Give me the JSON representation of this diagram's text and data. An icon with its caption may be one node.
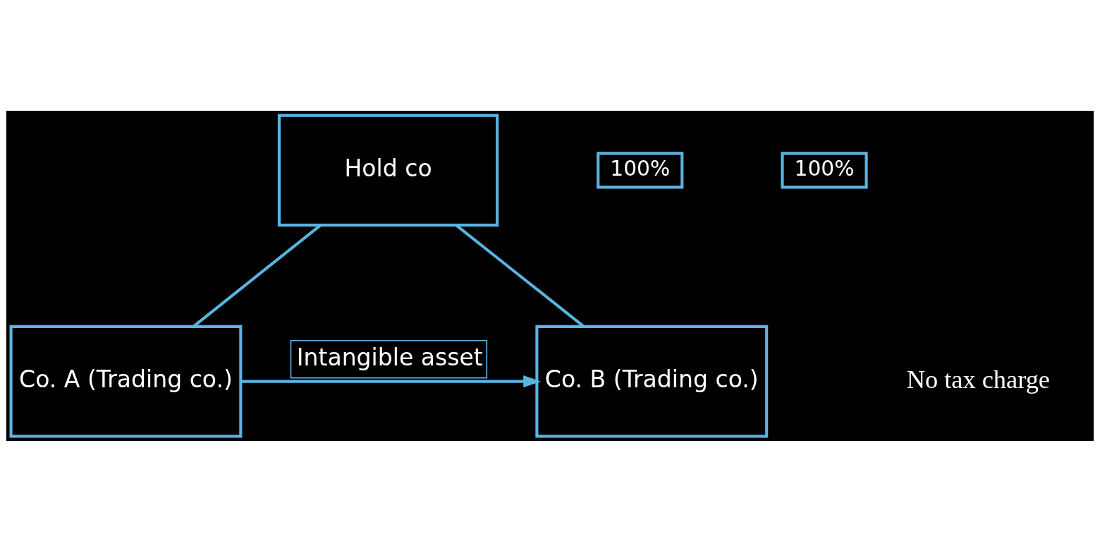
{
  "diagram": {
    "nodes": [
      {
        "text": [
          "Hold co"
        ]
      },
      {
        "text": [
          "Co. A (Trading co.)"
        ]
      },
      {
        "text": [
          "Co. B (Trading co.)"
        ]
      },
      {
        "text": [
          "100%"
        ]
      },
      {
        "text": [
          "100%"
        ]
      }
    ],
    "edges": [
      {
        "from": 0,
        "to": 1,
        "arrow": "none"
      },
      {
        "from": 0,
        "to": 2,
        "arrow": "none"
      },
      {
        "from": 1,
        "to": 2,
        "arrow": "to",
        "label": "Intangible asset"
      }
    ],
    "labels": [
      "No tax charge"
    ]
  }
}
